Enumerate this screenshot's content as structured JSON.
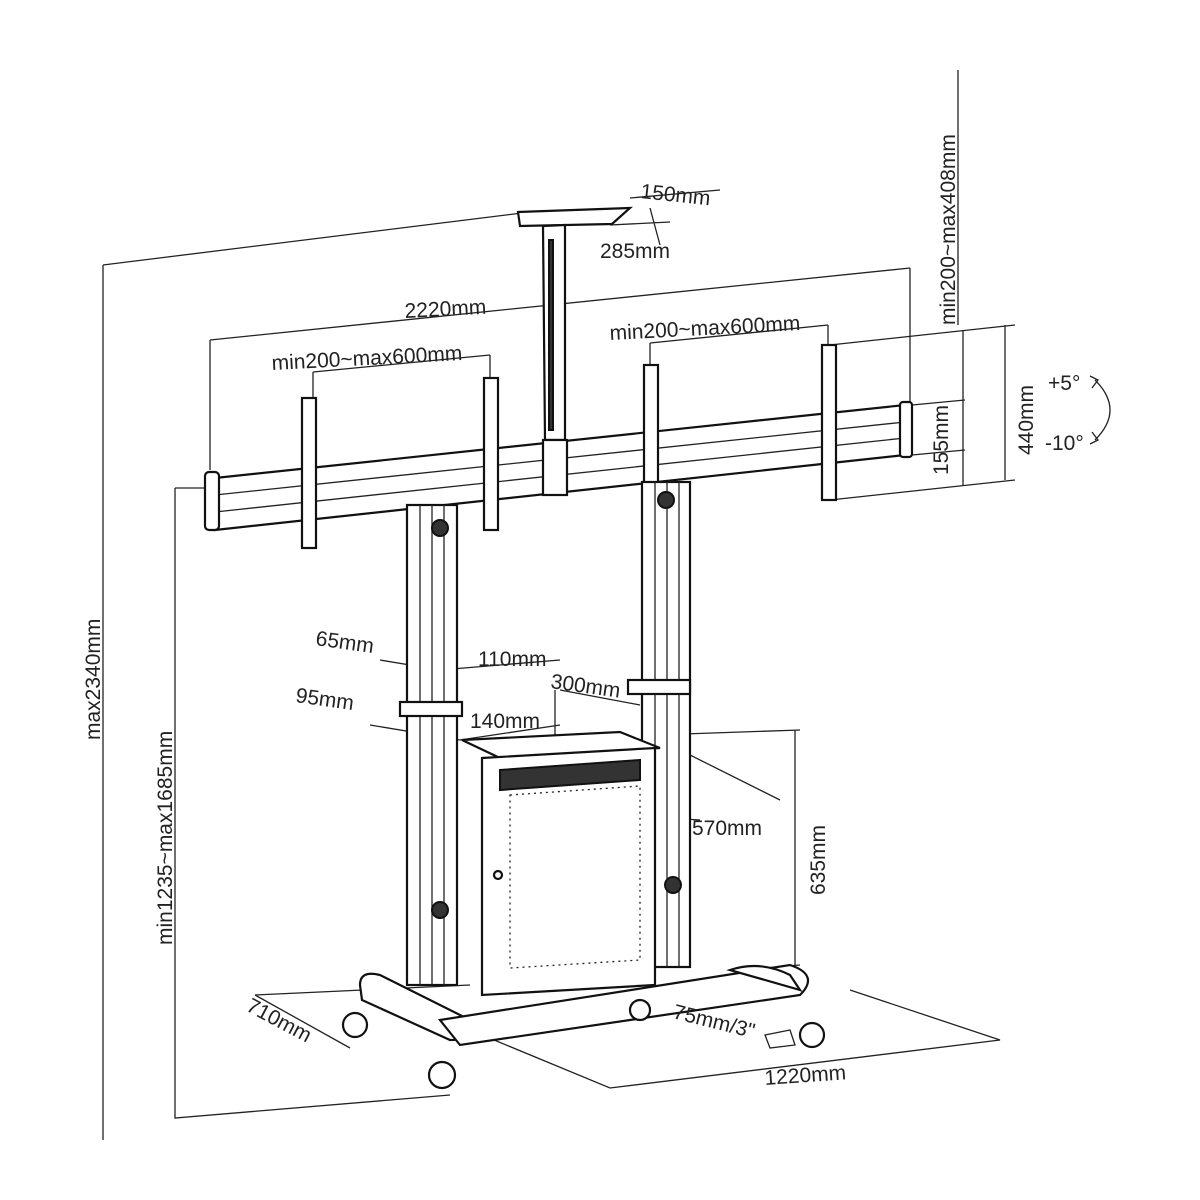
{
  "title": "Dual screen mobile TV stand dimensions",
  "dimensions": {
    "shelf_width": "150mm",
    "shelf_depth": "285mm",
    "crossbar_width": "2220mm",
    "vesa_left": "min200~max600mm",
    "vesa_right": "min200~max600mm",
    "vesa_height": "min200~max408mm",
    "bracket_height": "440mm",
    "rail_height": "155mm",
    "tilt_up": "+5°",
    "tilt_down": "-10°",
    "max_height": "max2340mm",
    "height_range": "min1235~max1685mm",
    "upper_pole_depth": "65mm",
    "upper_pole_width": "110mm",
    "lower_pole_depth": "95mm",
    "lower_pole_width": "140mm",
    "cabinet_depth": "300mm",
    "cabinet_width": "570mm",
    "cabinet_height": "635mm",
    "base_depth": "710mm",
    "caster_size": "75mm/3\"",
    "base_width": "1220mm"
  }
}
